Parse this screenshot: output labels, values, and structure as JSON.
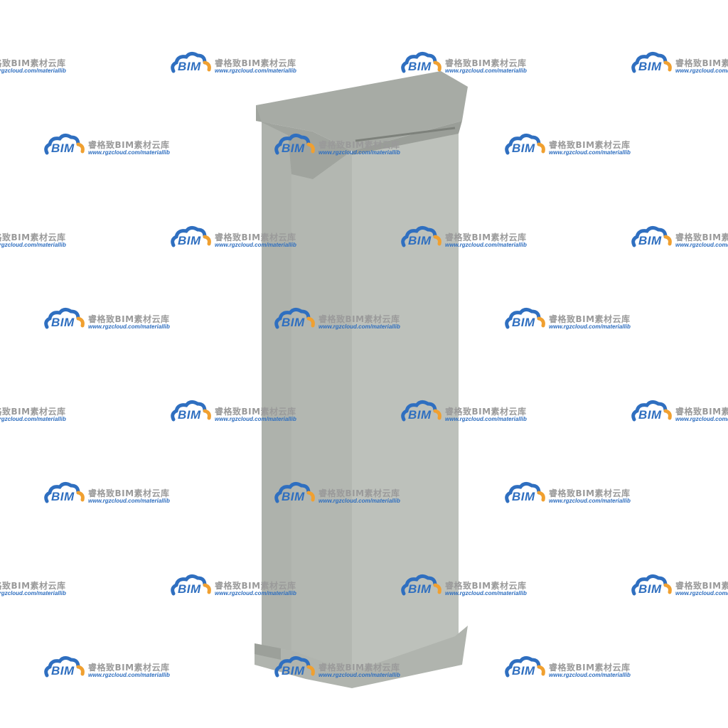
{
  "watermark": {
    "logo_text": "BIM",
    "title": "睿格致BIM素材云库",
    "url": "www.rgzcloud.com/materiallib",
    "logo_colors": {
      "blue": "#2f6fc0",
      "orange": "#f0a030"
    }
  },
  "object": {
    "description_icon": "rectangular-column-3d-model",
    "colors": {
      "front": "#b8bcb6",
      "side": "#a4a8a2",
      "top": "#9ea29c",
      "edge": "#8e928c"
    }
  }
}
